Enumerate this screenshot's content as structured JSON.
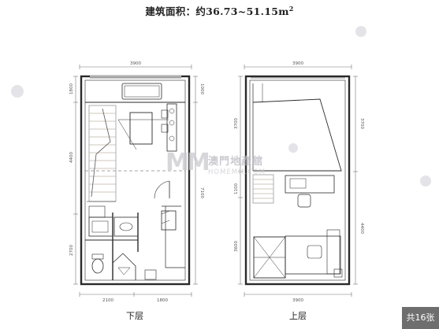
{
  "title": {
    "prefix": "建筑面积：约36.73~51.15m",
    "superscript": "2"
  },
  "watermark": {
    "mark": "MM",
    "chinese": "澳門地產舘",
    "english": "HOMEMM.COM"
  },
  "plans": {
    "lower": {
      "label": "下层",
      "dims": {
        "top": "3900",
        "bottom_left": "2100",
        "bottom_right": "1800",
        "left_upper": "1800",
        "left_middle": "4400",
        "left_lower": "2700",
        "right_upper": "1000",
        "right_lower": "7100"
      }
    },
    "upper": {
      "label": "上层",
      "dims": {
        "top": "3900",
        "bottom": "3900",
        "left_upper": "3700",
        "left_middle": "1100",
        "left_lower": "3600",
        "right_upper": "3700",
        "right_lower": "4400"
      }
    }
  },
  "photo_count": "共16张",
  "colors": {
    "wall": "#2a2a2a",
    "line": "#555555",
    "stair": "#c9c0b3",
    "accent": "#1565c0"
  }
}
